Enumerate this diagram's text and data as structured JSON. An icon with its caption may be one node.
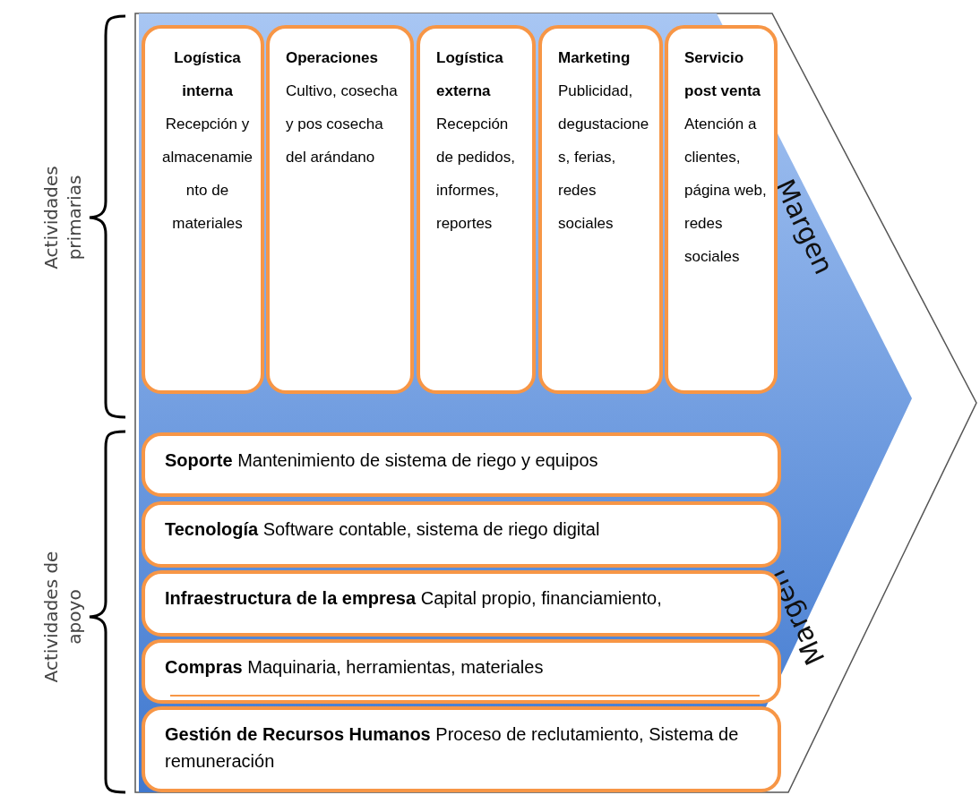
{
  "diagram": {
    "nodes": [
      {
        "text": [
          "Margen",
          "Margen"
        ]
      },
      {
        "text": [
          "Logística interna",
          "Recepción y almacenamiento de materiales"
        ],
        "in": 0
      },
      {
        "text": [
          "Operaciones",
          "Cultivo, cosecha y pos cosecha del arándano"
        ],
        "in": 0
      },
      {
        "text": [
          "Logística externa",
          "Recepción de pedidos, informes, reportes"
        ],
        "in": 0
      },
      {
        "text": [
          "Marketing",
          "Publicidad, degustaciones, ferias, redes sociales"
        ],
        "in": 0
      },
      {
        "text": [
          "Servicio post venta",
          "Atención a clientes, página web, redes sociales"
        ],
        "in": 0
      },
      {
        "text": [
          "Soporte",
          "Mantenimiento de sistema de riego y equipos"
        ],
        "in": 0
      },
      {
        "text": [
          "Tecnología",
          "Software contable, sistema de riego digital"
        ],
        "in": 0
      },
      {
        "text": [
          "Infraestructura de la empresa",
          "Capital propio, financiamiento,"
        ],
        "in": 0
      },
      {
        "text": [
          "Compras",
          "Maquinaria, herramientas, materiales"
        ],
        "in": 0
      },
      {
        "text": [
          "Gestión de Recursos Humanos",
          "Proceso de reclutamiento, Sistema de remuneración"
        ],
        "in": 0
      }
    ],
    "edges": [],
    "labels": [
      "Actividades primarias",
      "Actividades de apoyo"
    ]
  }
}
